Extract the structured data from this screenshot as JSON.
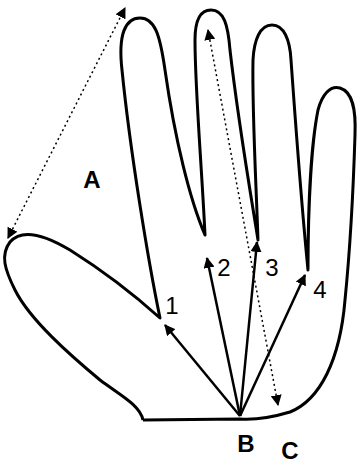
{
  "diagram": {
    "labels": [
      "A",
      "1",
      "2",
      "3",
      "4",
      "B",
      "C"
    ]
  }
}
